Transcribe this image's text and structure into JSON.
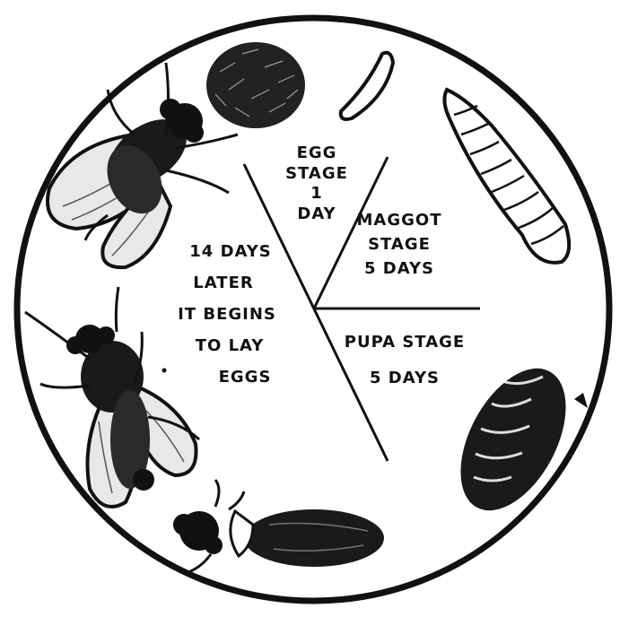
{
  "diagram": {
    "egg_stage": [
      "EGG",
      "STAGE",
      "1",
      "DAY"
    ],
    "maggot_stage": [
      "MAGGOT",
      "STAGE",
      "5 DAYS"
    ],
    "pupa_stage": [
      "PUPA STAGE",
      "5 DAYS"
    ],
    "adult_stage": [
      "14 DAYS",
      "LATER",
      "IT BEGINS",
      "TO LAY",
      "EGGS"
    ],
    "colors": {
      "ink": "#111111",
      "paper": "#ffffff",
      "wing": "#e8e8e8"
    }
  }
}
